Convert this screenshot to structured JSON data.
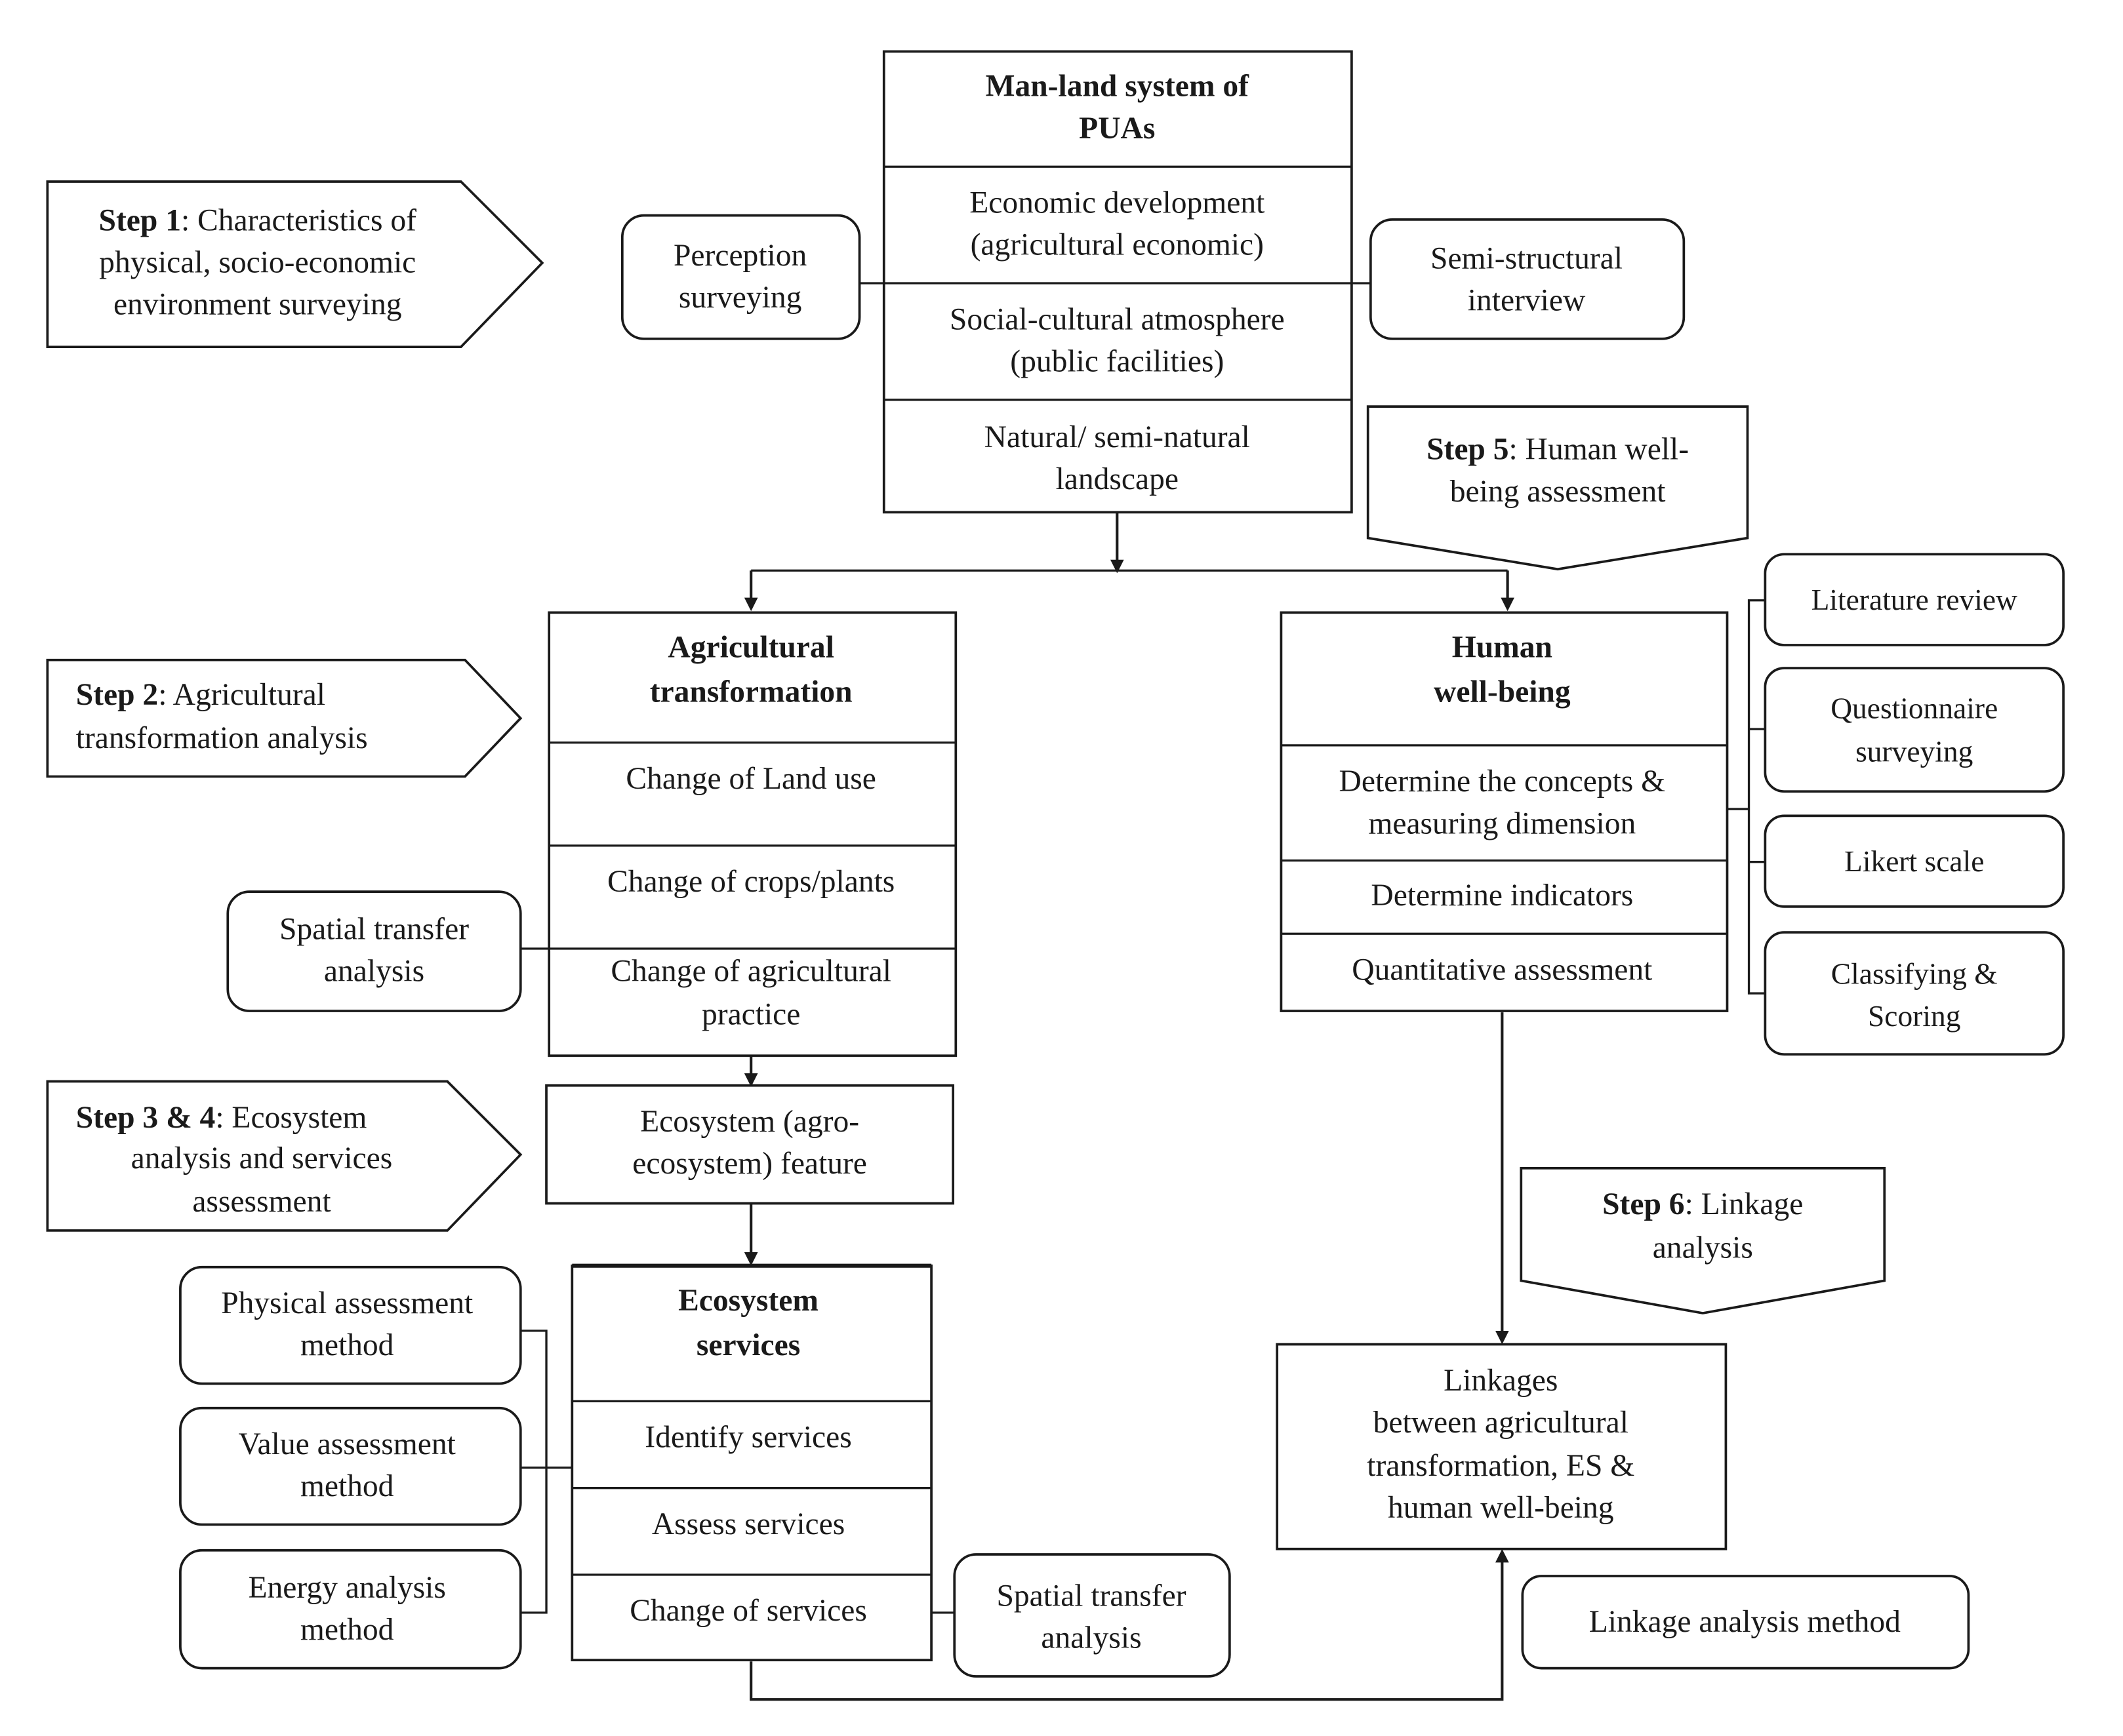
{
  "steps": {
    "s1": {
      "label": "Step 1",
      "text": ": Characteristics of",
      "l2": "physical, socio-economic",
      "l3": "environment surveying"
    },
    "s2": {
      "label": "Step 2",
      "text": ": Agricultural",
      "l2": "transformation analysis"
    },
    "s34": {
      "label": "Step 3 & 4",
      "text": ": Ecosystem",
      "l2": "analysis and services",
      "l3": "assessment"
    },
    "s5": {
      "label": "Step 5",
      "text": ": Human well-",
      "l2": "being assessment"
    },
    "s6": {
      "label": "Step 6",
      "text": ": Linkage",
      "l2": "analysis"
    }
  },
  "manland": {
    "title1": "Man-land system of",
    "title2": "PUAs",
    "r1a": "Economic development",
    "r1b": "(agricultural economic)",
    "r2a": "Social-cultural atmosphere",
    "r2b": "(public facilities)",
    "r3a": "Natural/ semi-natural",
    "r3b": "landscape"
  },
  "perception": {
    "l1": "Perception",
    "l2": "surveying"
  },
  "interview": {
    "l1": "Semi-structural",
    "l2": "interview"
  },
  "agri": {
    "title1": "Agricultural",
    "title2": "transformation",
    "r1": "Change of Land use",
    "r2": "Change of crops/plants",
    "r3a": "Change of agricultural",
    "r3b": "practice"
  },
  "spatial1": {
    "l1": "Spatial transfer",
    "l2": "analysis"
  },
  "ecofeature": {
    "l1": "Ecosystem (agro-",
    "l2": "ecosystem) feature"
  },
  "es": {
    "title1": "Ecosystem",
    "title2": "services",
    "r1": "Identify services",
    "r2": "Assess services",
    "r3": "Change of services"
  },
  "methods": {
    "physical": {
      "l1": "Physical assessment",
      "l2": "method"
    },
    "value": {
      "l1": "Value assessment",
      "l2": "method"
    },
    "energy": {
      "l1": "Energy analysis",
      "l2": "method"
    }
  },
  "spatial2": {
    "l1": "Spatial transfer",
    "l2": "analysis"
  },
  "hwb": {
    "title1": "Human",
    "title2": "well-being",
    "r1a": "Determine the concepts &",
    "r1b": "measuring dimension",
    "r2": "Determine indicators",
    "r3": "Quantitative assessment"
  },
  "hwb_methods": {
    "lit": "Literature review",
    "q1": "Questionnaire",
    "q2": "surveying",
    "likert": "Likert scale",
    "c1": "Classifying &",
    "c2": "Scoring"
  },
  "linkages": {
    "l1": "Linkages",
    "l2": "between agricultural",
    "l3": "transformation, ES &",
    "l4": "human well-being"
  },
  "linkmethod": "Linkage analysis method"
}
